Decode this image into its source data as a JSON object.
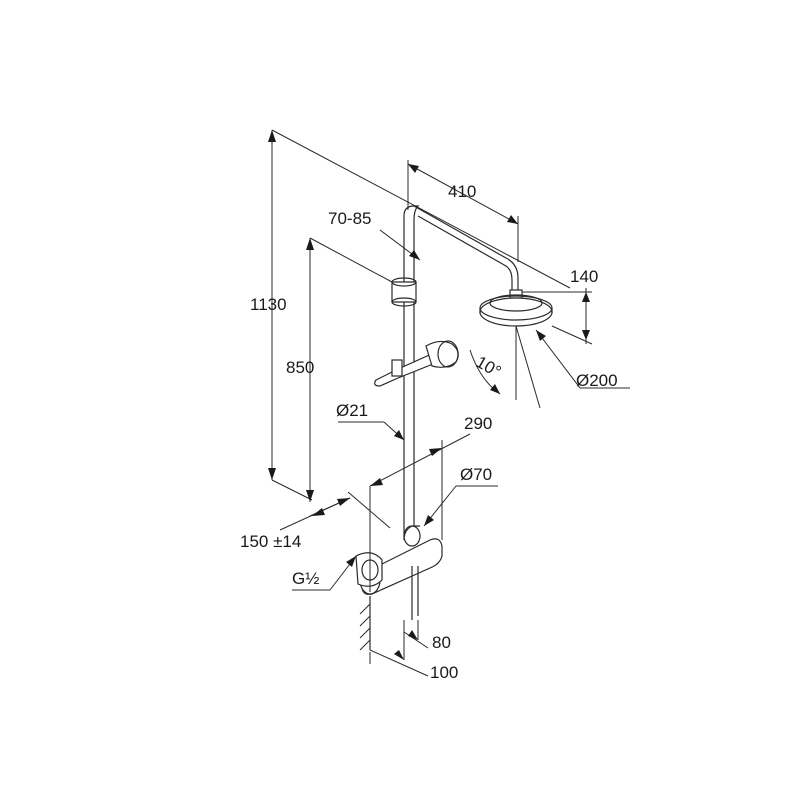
{
  "dimensions": {
    "total_height": "1130",
    "holder_height": "850",
    "arm_reach": "410",
    "holder_offset": "70-85",
    "head_height": "140",
    "head_diameter": "Ø200",
    "head_tilt": "10°",
    "rail_diameter": "Ø21",
    "thermostat_width": "290",
    "knob_diameter": "Ø70",
    "center_spacing": "150 ±14",
    "thread": "G½",
    "wall_distance_a": "80",
    "wall_distance_b": "100"
  },
  "colors": {
    "line": "#2a2a2a",
    "text": "#1a1a1a",
    "background": "#ffffff"
  }
}
